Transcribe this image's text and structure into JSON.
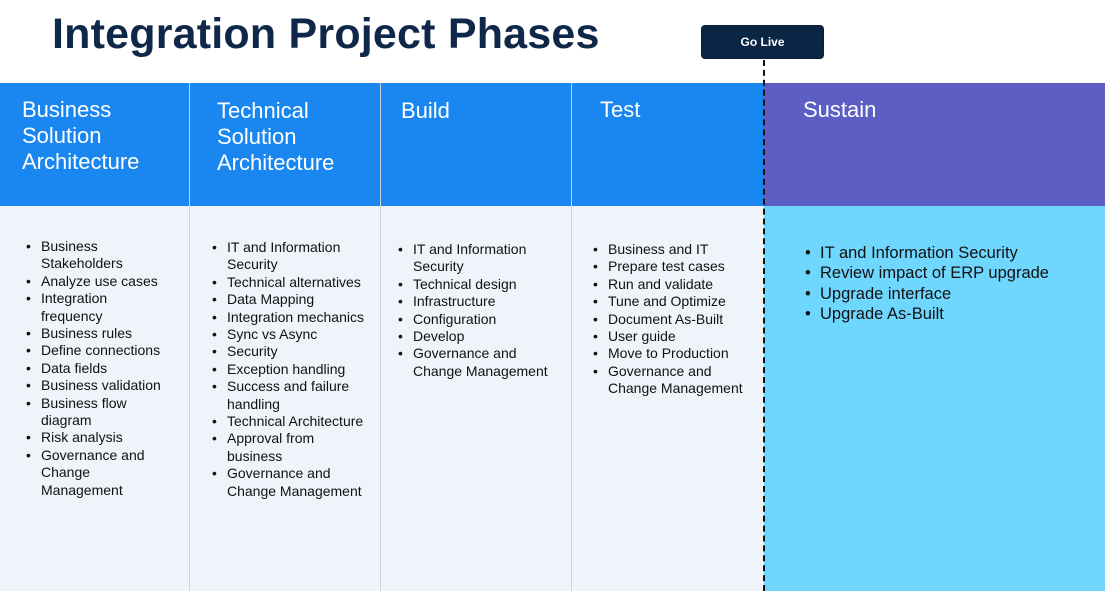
{
  "title": "Integration Project Phases",
  "go_live": {
    "label": "Go Live"
  },
  "colors": {
    "title": "#0f2748",
    "header_blue": "#1a87f0",
    "header_purple": "#5c5ec4",
    "body_light": "#eef4fa",
    "body_cyan": "#6fd6fd",
    "button": "#0b2545"
  },
  "phases": [
    {
      "name": "Business Solution Architecture",
      "items": [
        "Business Stakeholders",
        "Analyze use cases",
        "Integration frequency",
        "Business rules",
        "Define connections",
        "Data fields",
        "Business validation",
        "Business flow diagram",
        "Risk analysis",
        "Governance and Change Management"
      ]
    },
    {
      "name": "Technical Solution Architecture",
      "items": [
        "IT and Information Security",
        "Technical alternatives",
        "Data Mapping",
        "Integration mechanics",
        "Sync vs Async",
        "Security",
        "Exception handling",
        "Success and failure handling",
        "Technical Architecture",
        "Approval from business",
        "Governance and Change Management"
      ]
    },
    {
      "name": "Build",
      "items": [
        "IT and Information Security",
        "Technical design",
        "Infrastructure",
        "Configuration",
        "Develop",
        "Governance and Change Management"
      ]
    },
    {
      "name": "Test",
      "items": [
        "Business and IT",
        "Prepare test cases",
        "Run and validate",
        "Tune and Optimize",
        "Document As-Built",
        "User guide",
        "Move to Production",
        "Governance and Change Management"
      ]
    },
    {
      "name": "Sustain",
      "items": [
        "IT and Information Security",
        "Review impact of ERP upgrade",
        "Upgrade interface",
        "Upgrade As-Built"
      ]
    }
  ]
}
